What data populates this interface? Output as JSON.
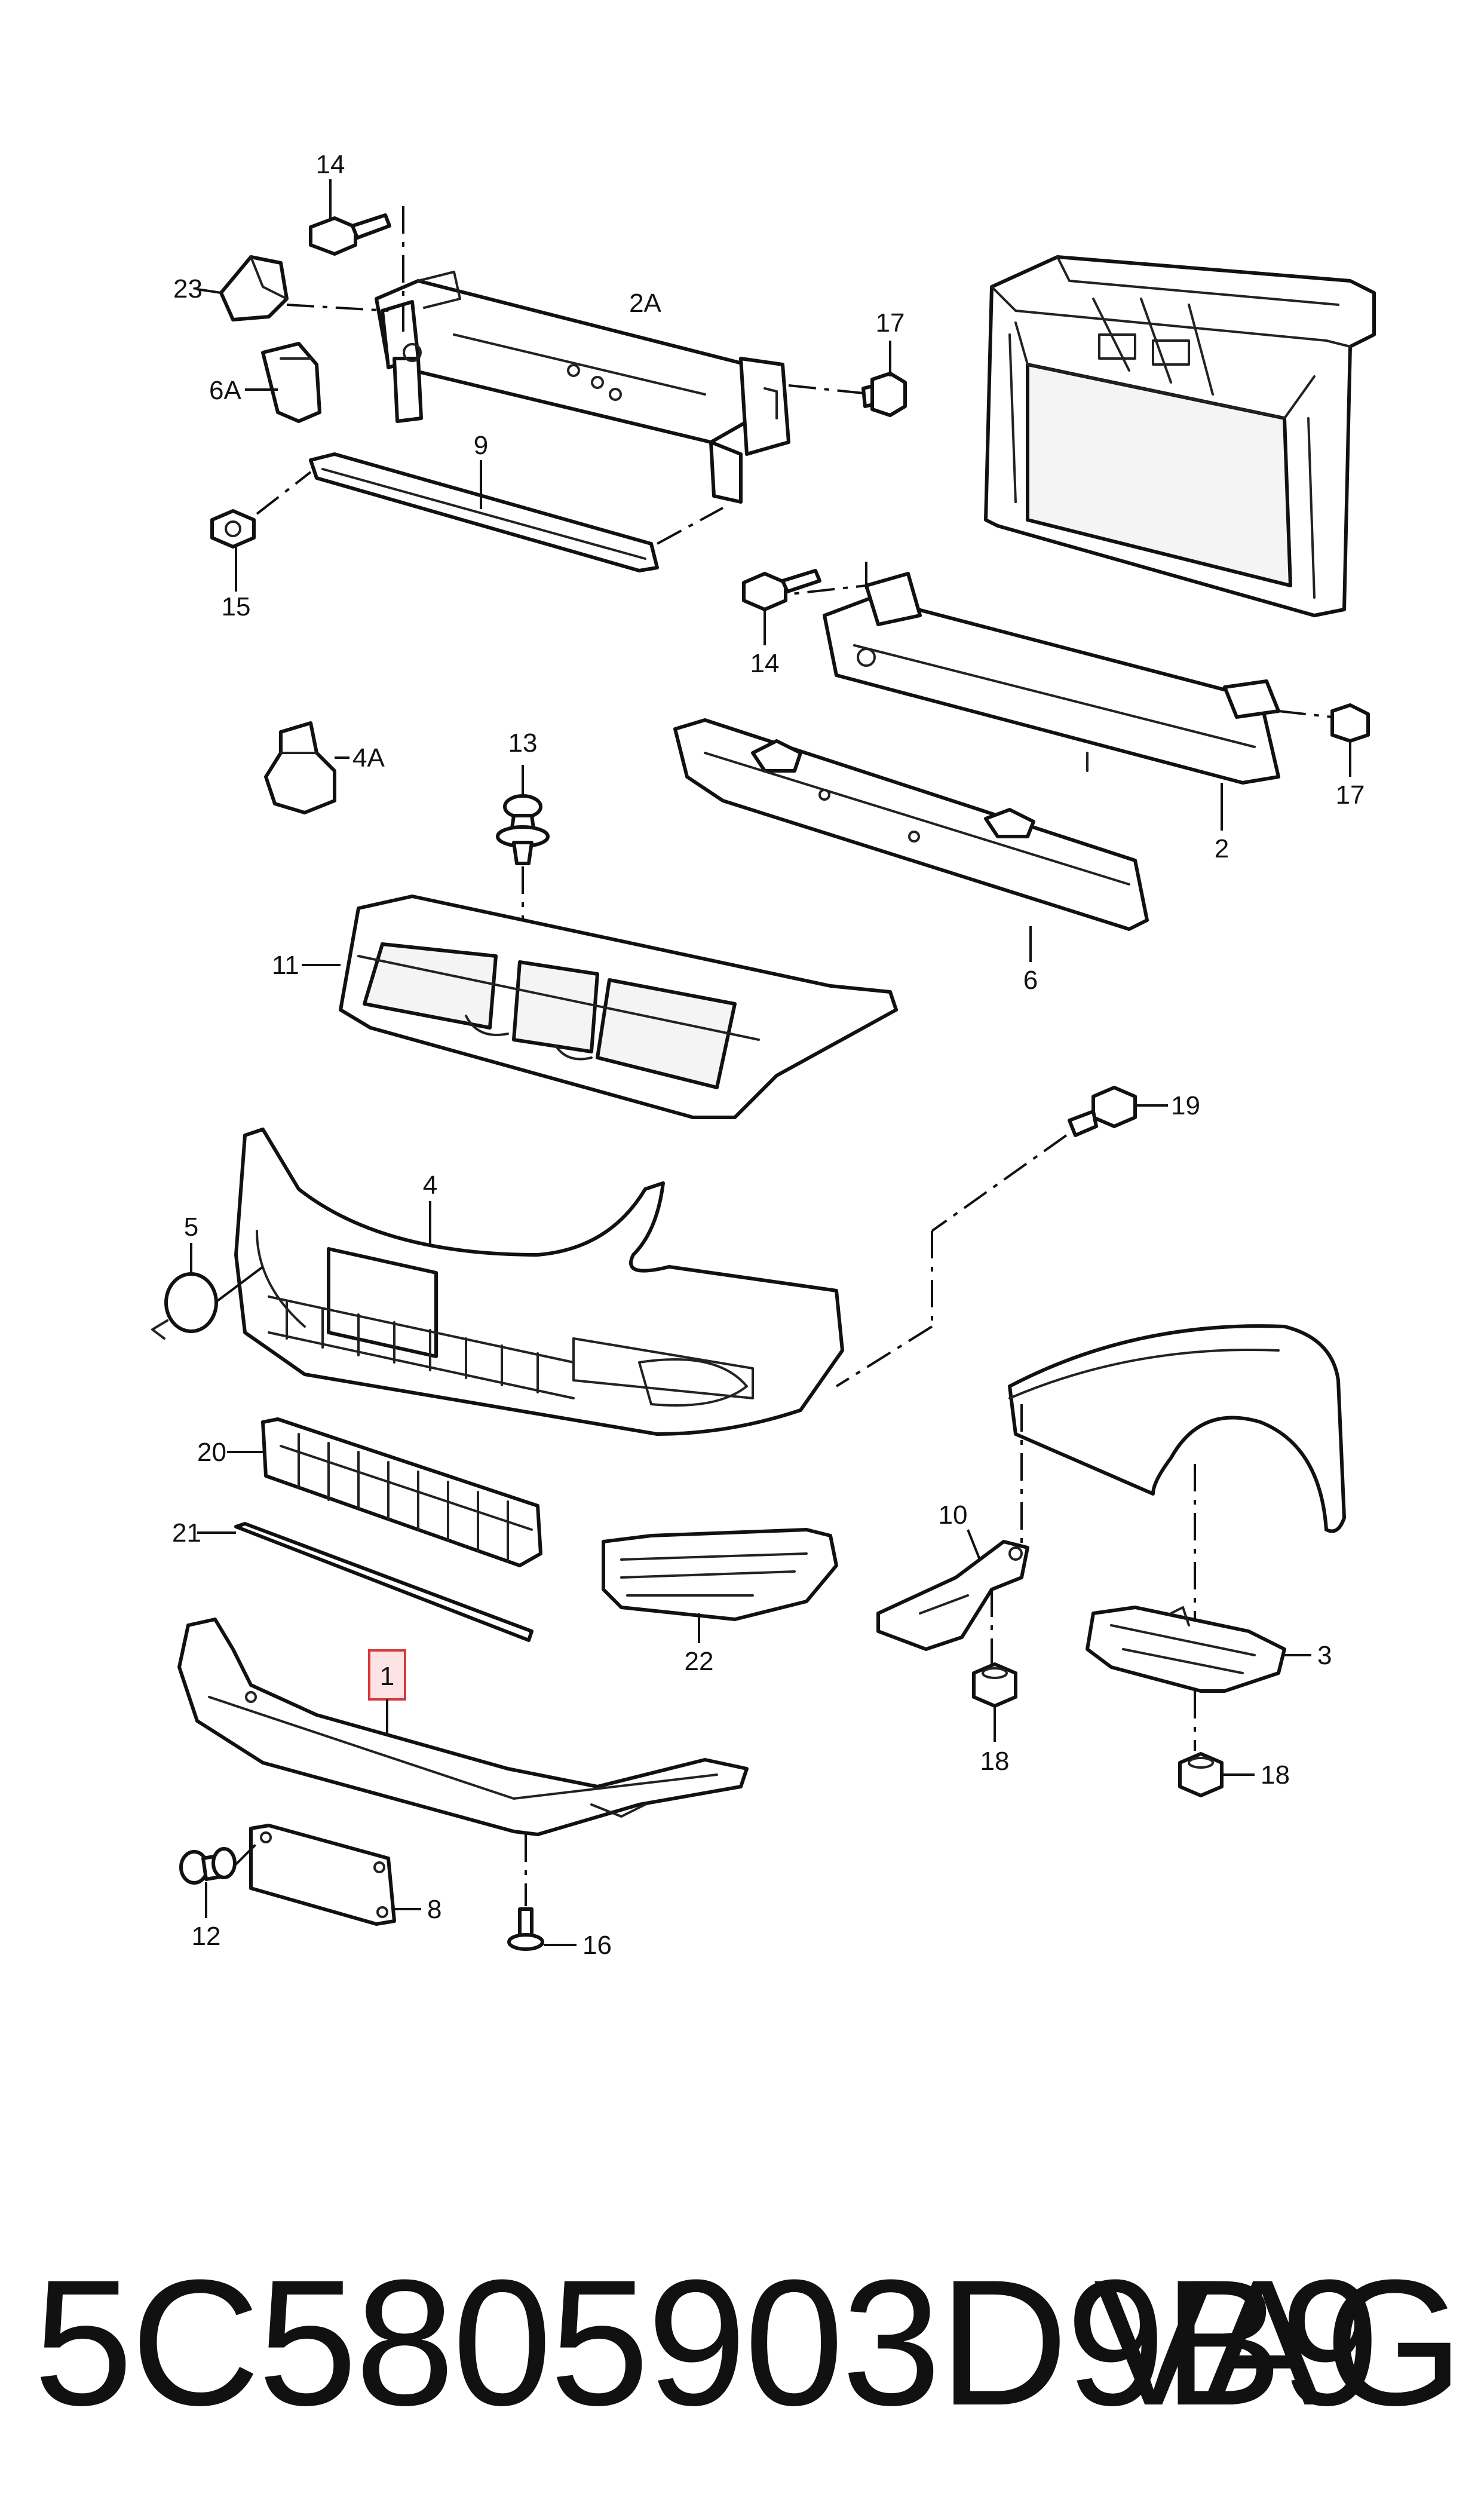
{
  "callouts": {
    "c14a": "14",
    "c23": "23",
    "c2A": "2A",
    "c17a": "17",
    "c6A": "6A",
    "c9": "9",
    "c15": "15",
    "c14b": "14",
    "c17b": "17",
    "c2": "2",
    "c4A": "4A",
    "c13": "13",
    "c6": "6",
    "c11": "11",
    "c19": "19",
    "c4": "4",
    "c5": "5",
    "c20": "20",
    "c21": "21",
    "c22": "22",
    "c10": "10",
    "c3": "3",
    "c1": "1",
    "c18a": "18",
    "c18b": "18",
    "c12": "12",
    "c8": "8",
    "c16": "16"
  },
  "footer": {
    "part_number": "5C5805903D9B9",
    "brand": "VAG"
  },
  "colors": {
    "highlight_fill": "#fde3e3",
    "highlight_stroke": "#d63a3a",
    "line": "#111111"
  }
}
